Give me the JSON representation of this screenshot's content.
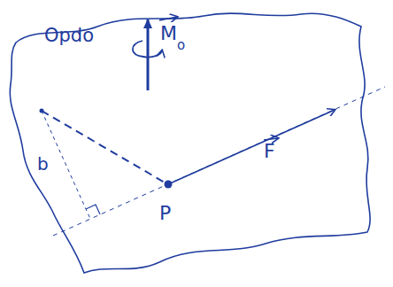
{
  "diagram": {
    "labels": [
      "Opdo",
      "b",
      "P",
      "F",
      "M",
      "o"
    ]
  }
}
